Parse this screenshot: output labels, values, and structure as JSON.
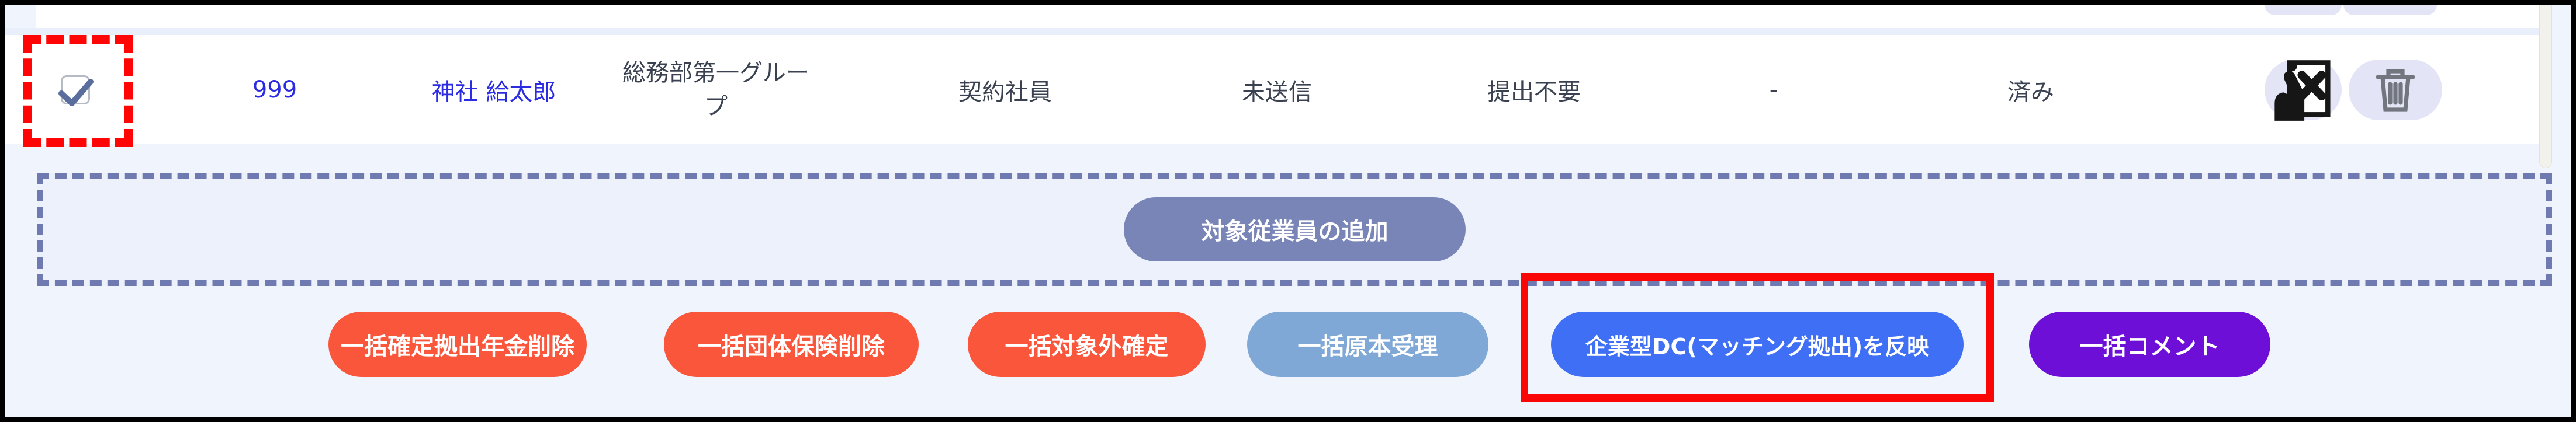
{
  "table": {
    "row": {
      "selected": true,
      "employee_code": "999",
      "employee_name": "神社 給太郎",
      "department": "総務部第一グループ",
      "employment_type": "契約社員",
      "send_status": "未送信",
      "submission_requirement": "提出不要",
      "original_copy": "-",
      "completion_status": "済み",
      "action_icons": [
        "document-reject-icon",
        "trash-icon"
      ]
    }
  },
  "add_zone": {
    "add_button_label": "対象従業員の追加"
  },
  "bulk_actions": {
    "buttons": [
      {
        "label": "一括確定拠出年金削除",
        "color": "#f9563c"
      },
      {
        "label": "一括団体保険削除",
        "color": "#f9563c"
      },
      {
        "label": "一括対象外確定",
        "color": "#f9563c"
      },
      {
        "label": "一括原本受理",
        "color": "#80a8d7"
      },
      {
        "label": "企業型DC(マッチング拠出)を反映",
        "color": "#3f6ff4",
        "highlighted": true
      },
      {
        "label": "一括コメント",
        "color": "#6d0fd6"
      }
    ]
  },
  "colors": {
    "page_background": "#f0f4fc",
    "row_background": "#ffffff",
    "link_blue": "#2b2be2",
    "text": "#3a4150",
    "dashed_zone_border": "#6e7ab0",
    "add_button": "#7a85b7",
    "icon_pill_background": "#e3e5f6",
    "annotation_red": "#ff0505",
    "checkbox_check": "#5a6d9d"
  }
}
